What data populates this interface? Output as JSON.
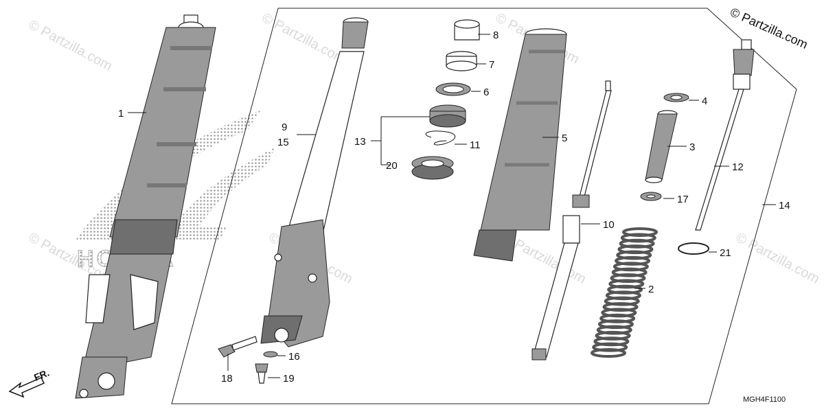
{
  "diagram": {
    "copyright": "© Partzilla.com",
    "watermark": "© Partzilla.com",
    "brand_logo": "HONDA",
    "direction_label": "FR.",
    "diagram_code": "MGH4F1100",
    "callouts": [
      {
        "id": "c1",
        "text": "1"
      },
      {
        "id": "c2",
        "text": "2"
      },
      {
        "id": "c3",
        "text": "3"
      },
      {
        "id": "c4",
        "text": "4"
      },
      {
        "id": "c5",
        "text": "5"
      },
      {
        "id": "c6",
        "text": "6"
      },
      {
        "id": "c7",
        "text": "7"
      },
      {
        "id": "c8",
        "text": "8"
      },
      {
        "id": "c9",
        "text": "9"
      },
      {
        "id": "c10",
        "text": "10"
      },
      {
        "id": "c11",
        "text": "11"
      },
      {
        "id": "c12",
        "text": "12"
      },
      {
        "id": "c13",
        "text": "13"
      },
      {
        "id": "c14",
        "text": "14"
      },
      {
        "id": "c15",
        "text": "15"
      },
      {
        "id": "c16",
        "text": "16"
      },
      {
        "id": "c17",
        "text": "17"
      },
      {
        "id": "c18",
        "text": "18"
      },
      {
        "id": "c19",
        "text": "19"
      },
      {
        "id": "c20",
        "text": "20"
      },
      {
        "id": "c21",
        "text": "21"
      }
    ]
  }
}
